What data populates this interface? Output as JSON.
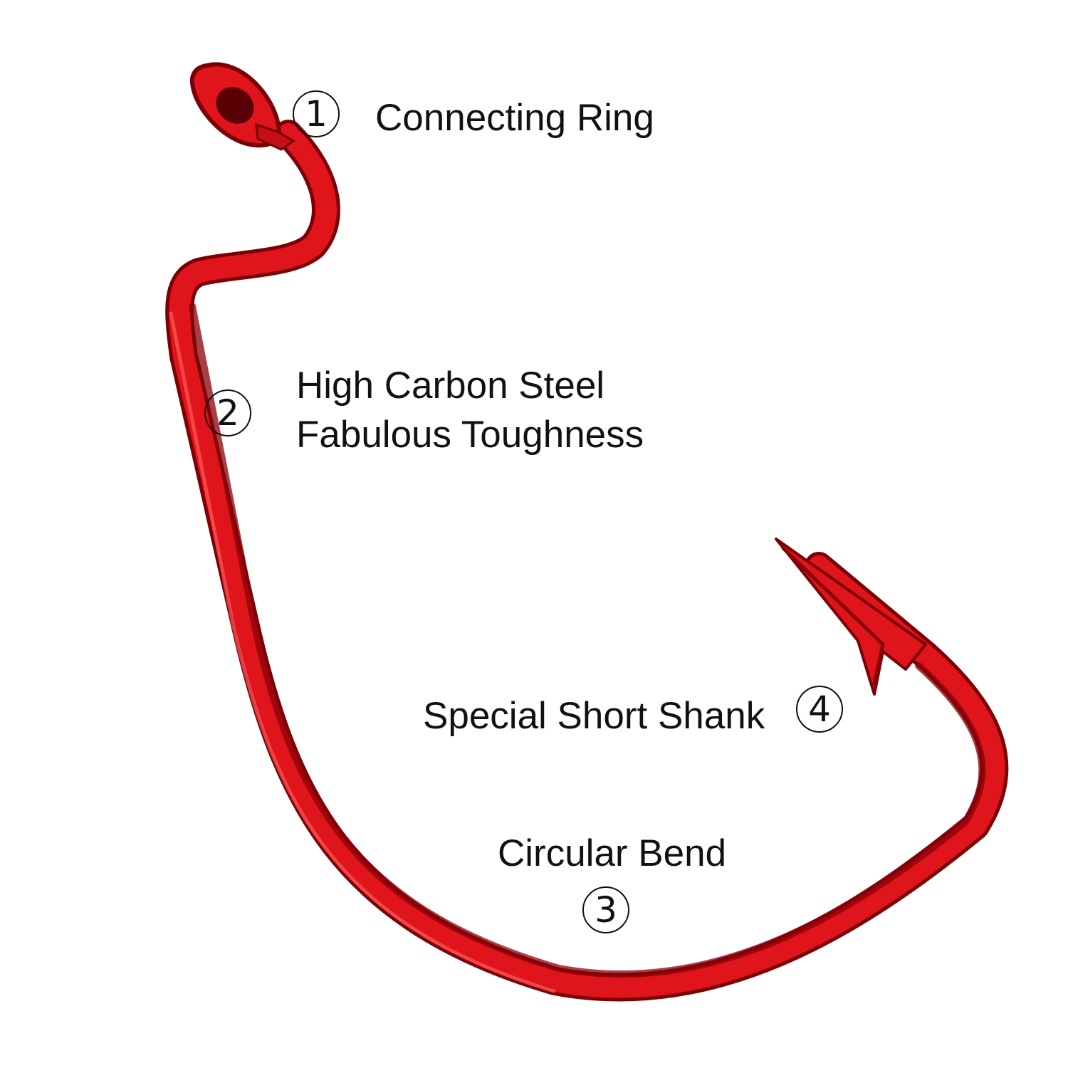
{
  "hook": {
    "color_main": "#e0141b",
    "color_dark": "#7a0006",
    "color_highlight": "#ff5a5a"
  },
  "callouts": [
    {
      "number": "1",
      "lines": [
        "Connecting Ring"
      ]
    },
    {
      "number": "2",
      "lines": [
        "High Carbon Steel",
        "Fabulous Toughness"
      ]
    },
    {
      "number": "3",
      "lines": [
        "Circular Bend"
      ]
    },
    {
      "number": "4",
      "lines": [
        "Special Short Shank"
      ]
    }
  ]
}
